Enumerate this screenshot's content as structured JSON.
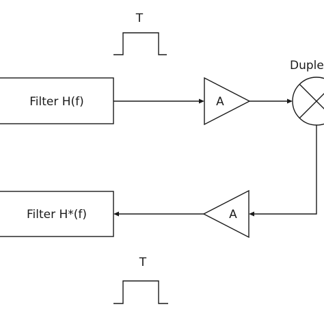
{
  "pulse_top": {
    "label": "T"
  },
  "pulse_bottom": {
    "label": "T"
  },
  "filter_tx": {
    "label": "Filter H(f)"
  },
  "filter_rx": {
    "label": "Filter H*(f)"
  },
  "amp_tx": {
    "label": "A"
  },
  "amp_rx": {
    "label": "A"
  },
  "duplexer": {
    "label": "Duplexer"
  }
}
